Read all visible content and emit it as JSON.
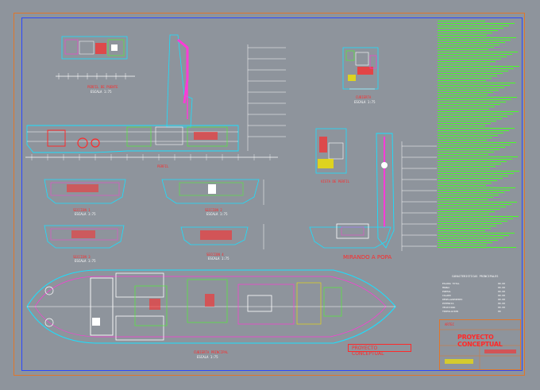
{
  "drawing": {
    "project_title": "PROYECTO CONCEPTUAL",
    "brand": "ARTEC",
    "stamp_text": "PROYECTO CONCEPTUAL",
    "view_stern": "MIRANDO A POPA",
    "view_top_left": "PERFIL DE PUENTE",
    "view_top_left_sub": "ESCALA 1:75",
    "view_top_right": "CUBIERTA",
    "view_top_right_sub": "ESCALA 1:75",
    "view_profile": "PERFIL",
    "view_side_block": "VISTA DE PERFIL",
    "view_plan_left": "CUBIERTA PRINCIPAL",
    "view_plan_left_sub": "ESCALA 1:75",
    "view_sections": [
      {
        "name": "SECCION 1",
        "sub": "ESCALA 1:75"
      },
      {
        "name": "SECCION 2",
        "sub": "ESCALA 1:75"
      },
      {
        "name": "SECCION 3",
        "sub": "ESCALA 1:75"
      },
      {
        "name": "SECCION 4",
        "sub": "ESCALA 1:75"
      }
    ],
    "spec_title": "CARACTERISTICAS PRINCIPALES",
    "spec_rows": [
      {
        "label": "ESLORA TOTAL",
        "value": "00.00"
      },
      {
        "label": "MANGA",
        "value": "00.00"
      },
      {
        "label": "PUNTAL",
        "value": "00.00"
      },
      {
        "label": "CALADO",
        "value": "00.00"
      },
      {
        "label": "DESPLAZAMIENTO",
        "value": "00.00"
      },
      {
        "label": "POTENCIA",
        "value": "00.00"
      },
      {
        "label": "VELOCIDAD",
        "value": "00.00"
      },
      {
        "label": "TRIPULACION",
        "value": "00"
      }
    ]
  },
  "colors": {
    "background": "#8e949c",
    "hull": "#19e0ff",
    "equipment_red": "#ff2a2a",
    "equipment_magenta": "#ff3ad8",
    "green_notes": "#47ff24",
    "frame_orange": "#e0762a",
    "frame_blue": "#2a48ff",
    "labels": "#ffffff"
  }
}
